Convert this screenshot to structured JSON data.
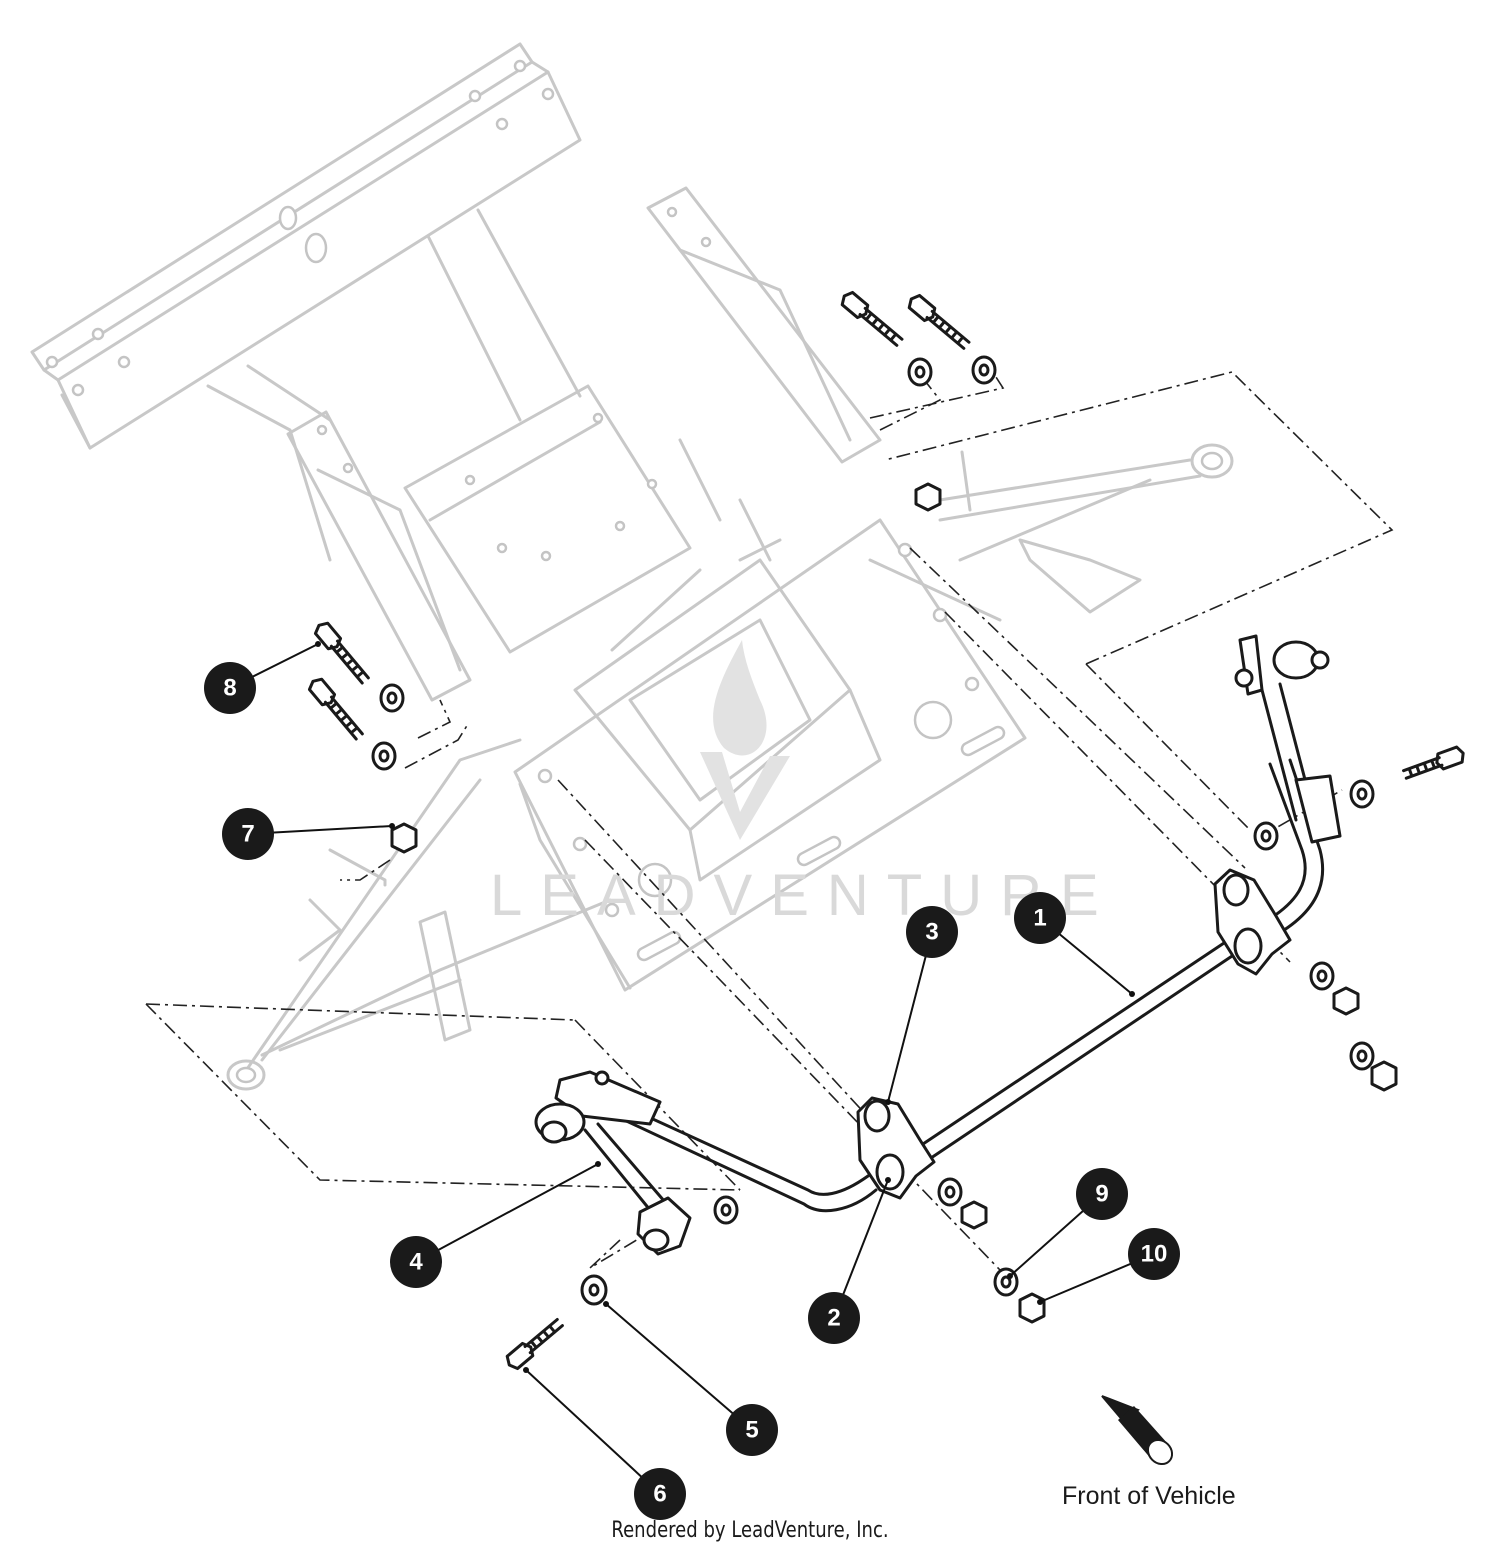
{
  "diagram": {
    "callouts": [
      {
        "id": "callout-1",
        "number": "1"
      },
      {
        "id": "callout-2",
        "number": "2"
      },
      {
        "id": "callout-3",
        "number": "3"
      },
      {
        "id": "callout-4",
        "number": "4"
      },
      {
        "id": "callout-5",
        "number": "5"
      },
      {
        "id": "callout-6",
        "number": "6"
      },
      {
        "id": "callout-7",
        "number": "7"
      },
      {
        "id": "callout-8",
        "number": "8"
      },
      {
        "id": "callout-9",
        "number": "9"
      },
      {
        "id": "callout-10",
        "number": "10"
      }
    ],
    "direction_label": "Front of Vehicle",
    "watermark_text": "LEADVENTURE",
    "credit": "Rendered by LeadVenture, Inc."
  },
  "colors": {
    "callout_fill": "#1a1a1a",
    "ghost_frame": "#c8c8c8",
    "highlight_part": "#1a1a1a"
  }
}
